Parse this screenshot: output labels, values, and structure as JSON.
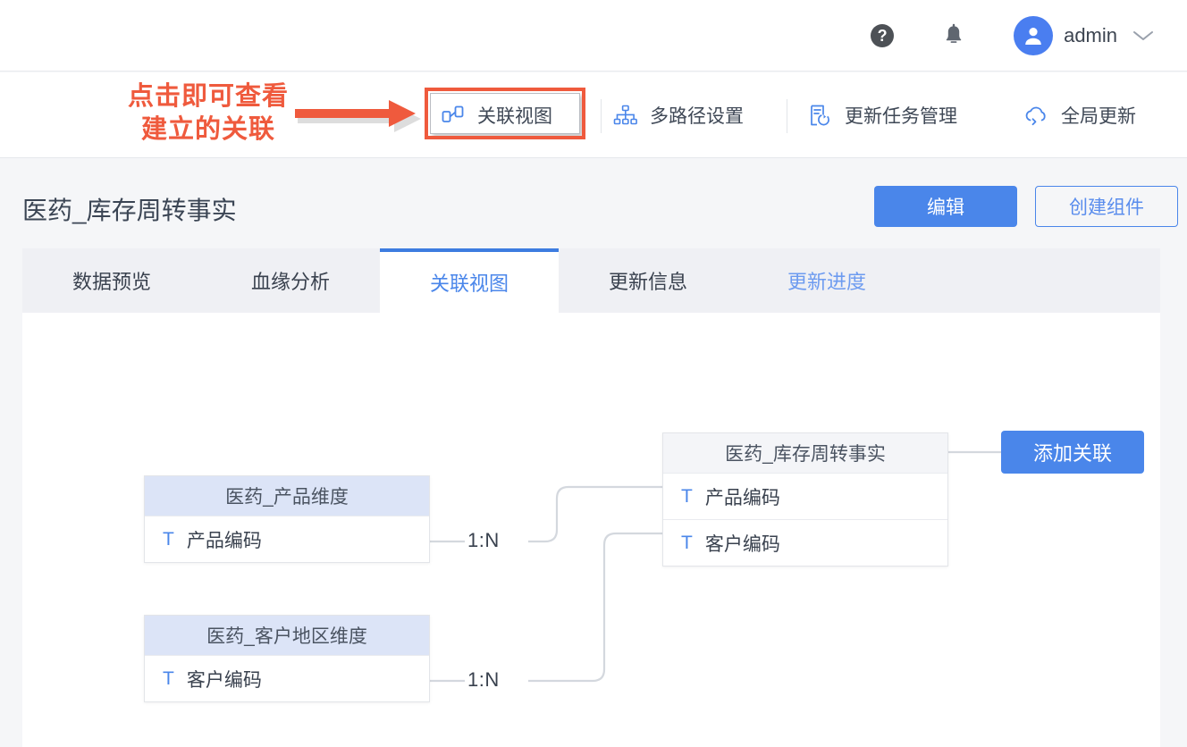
{
  "topbar": {
    "help_icon": "help-circle-icon",
    "notification_icon": "bell-icon",
    "avatar_icon": "user-avatar-icon",
    "user_name": "admin",
    "caret_icon": "chevron-down-icon"
  },
  "toolbar": {
    "items": [
      {
        "icon": "relation-view-icon",
        "label": "关联视图",
        "active": true
      },
      {
        "icon": "multi-path-icon",
        "label": "多路径设置",
        "active": false
      },
      {
        "icon": "task-refresh-icon",
        "label": "更新任务管理",
        "active": false
      },
      {
        "icon": "cloud-refresh-icon",
        "label": "全局更新",
        "active": false
      }
    ]
  },
  "annotation": {
    "line1": "点击即可查看",
    "line2": "建立的关联",
    "color": "#ef5a3d",
    "arrow_icon": "right-arrow-annotation"
  },
  "header": {
    "title": "医药_库存周转事实",
    "edit_label": "编辑",
    "create_component_label": "创建组件"
  },
  "tabs": [
    {
      "label": "数据预览",
      "state": "normal"
    },
    {
      "label": "血缘分析",
      "state": "normal"
    },
    {
      "label": "关联视图",
      "state": "active"
    },
    {
      "label": "更新信息",
      "state": "normal"
    },
    {
      "label": "更新进度",
      "state": "muted"
    }
  ],
  "canvas": {
    "drag_handle_icon": "drag-dots-handle",
    "add_relation_label": "添加关联",
    "accent_color": "#4a86ea",
    "dim_header_color": "#dce4f7",
    "fact_header_color": "#f4f5f8",
    "nodes": [
      {
        "id": "dim_product",
        "kind": "dimension",
        "title": "医药_产品维度",
        "fields": [
          {
            "type_icon": "text-type-icon",
            "name": "产品编码"
          }
        ]
      },
      {
        "id": "dim_customer_region",
        "kind": "dimension",
        "title": "医药_客户地区维度",
        "fields": [
          {
            "type_icon": "text-type-icon",
            "name": "客户编码"
          }
        ]
      },
      {
        "id": "fact_inventory",
        "kind": "fact",
        "title": "医药_库存周转事实",
        "fields": [
          {
            "type_icon": "text-type-icon",
            "name": "产品编码"
          },
          {
            "type_icon": "text-type-icon",
            "name": "客户编码"
          }
        ]
      }
    ],
    "relations": [
      {
        "from": "dim_product",
        "to": "fact_inventory",
        "cardinality": "1:N"
      },
      {
        "from": "dim_customer_region",
        "to": "fact_inventory",
        "cardinality": "1:N"
      }
    ]
  }
}
